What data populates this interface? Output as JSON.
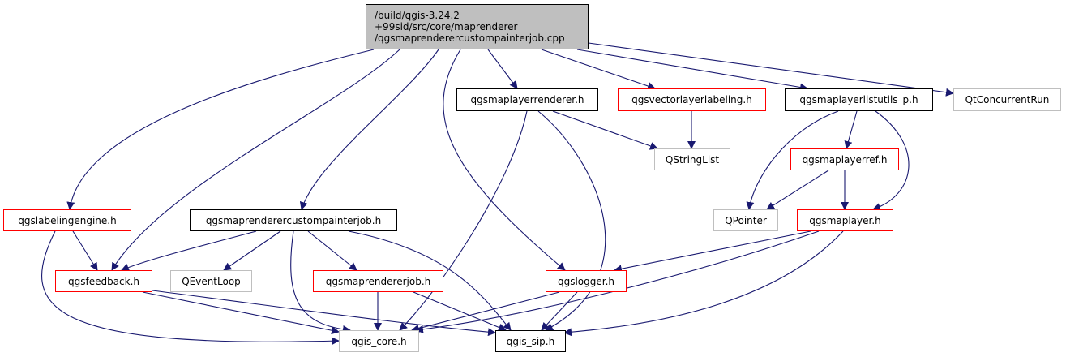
{
  "colors": {
    "edge": "#191970",
    "doc_border": "#000000",
    "red_border": "#ff0000",
    "external_border": "#bfbfbf",
    "root_fill": "#bfbfbf"
  },
  "root": {
    "line1": "/build/qgis-3.24.2",
    "line2": "+99sid/src/core/maprenderer",
    "line3": "/qgsmaprenderercustompainterjob.cpp"
  },
  "nodes": {
    "qgsmaplayerrenderer": "qgsmaplayerrenderer.h",
    "qgsvectorlayerlabeling": "qgsvectorlayerlabeling.h",
    "qgsmaplayerlistutils": "qgsmaplayerlistutils_p.h",
    "qtconcurrentrun": "QtConcurrentRun",
    "qstringlist": "QStringList",
    "qgsmaplayerref": "qgsmaplayerref.h",
    "qgslabelingengine": "qgslabelingengine.h",
    "qgsmaprenderercustompainterjob": "qgsmaprenderercustompainterjob.h",
    "qpointer": "QPointer",
    "qgsmaplayer": "qgsmaplayer.h",
    "qgsfeedback": "qgsfeedback.h",
    "qeventloop": "QEventLoop",
    "qgsmaprendererjob": "qgsmaprendererjob.h",
    "qgslogger": "qgslogger.h",
    "qgis_core": "qgis_core.h",
    "qgis_sip": "qgis_sip.h"
  }
}
